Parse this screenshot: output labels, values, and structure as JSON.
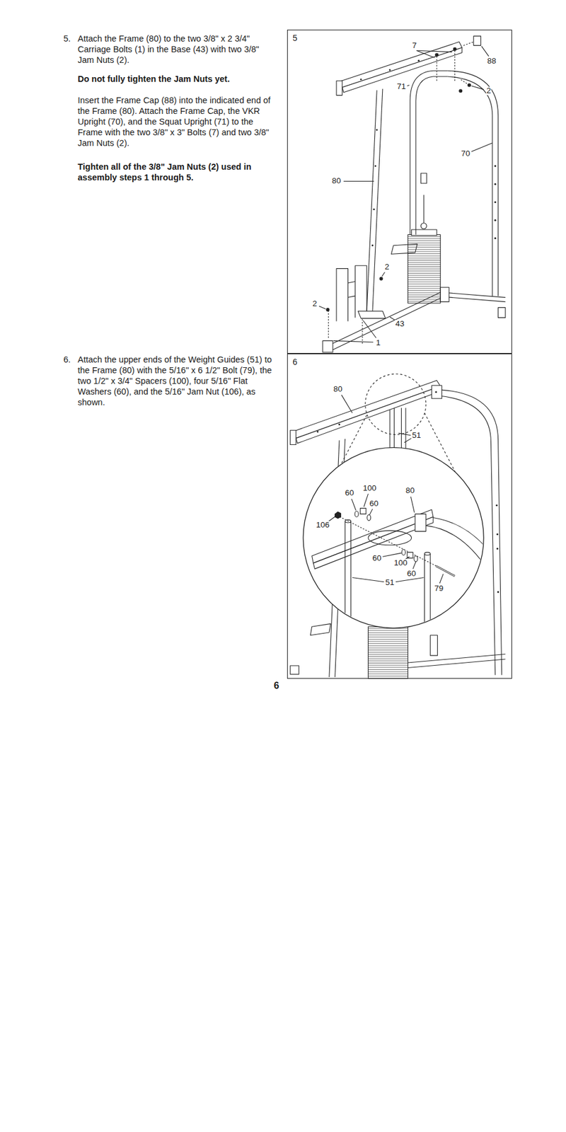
{
  "diagram": {
    "nodes": [
      {
        "text": [
          "5"
        ]
      },
      {
        "text": [
          "6"
        ]
      }
    ],
    "labels": [
      "5.",
      "Attach the Frame (80) to the two 3/8\" x 2 3/4\" Carriage Bolts (1) in the Base (43) with two 3/8\" Jam Nuts (2).",
      "Do not fully tighten the Jam Nuts yet.",
      "Insert the Frame Cap (88) into the indicated end of the Frame (80). Attach the Frame Cap, the VKR Upright (70), and the Squat Upright (71) to the Frame with the two 3/8\" x 3\" Bolts (7) and two 3/8\" Jam Nuts (2).",
      "Tighten all of the 3/8\" Jam Nuts (2) used in assembly steps 1 through 5.",
      "6.",
      "Attach the upper ends of the Weight Guides (51) to the Frame (80) with the 5/16\" x 6 1/2\" Bolt (79), the two 1/2\" x 3/4\" Spacers (100), four 5/16\" Flat Washers (60), and the 5/16\" Jam Nut (106), as shown.",
      "7",
      "88",
      "71",
      "2",
      "70",
      "80",
      "2",
      "2",
      "43",
      "1",
      "80",
      "51",
      "100",
      "60",
      "60",
      "80",
      "106",
      "60",
      "100",
      "60",
      "51",
      "79",
      "6"
    ]
  }
}
